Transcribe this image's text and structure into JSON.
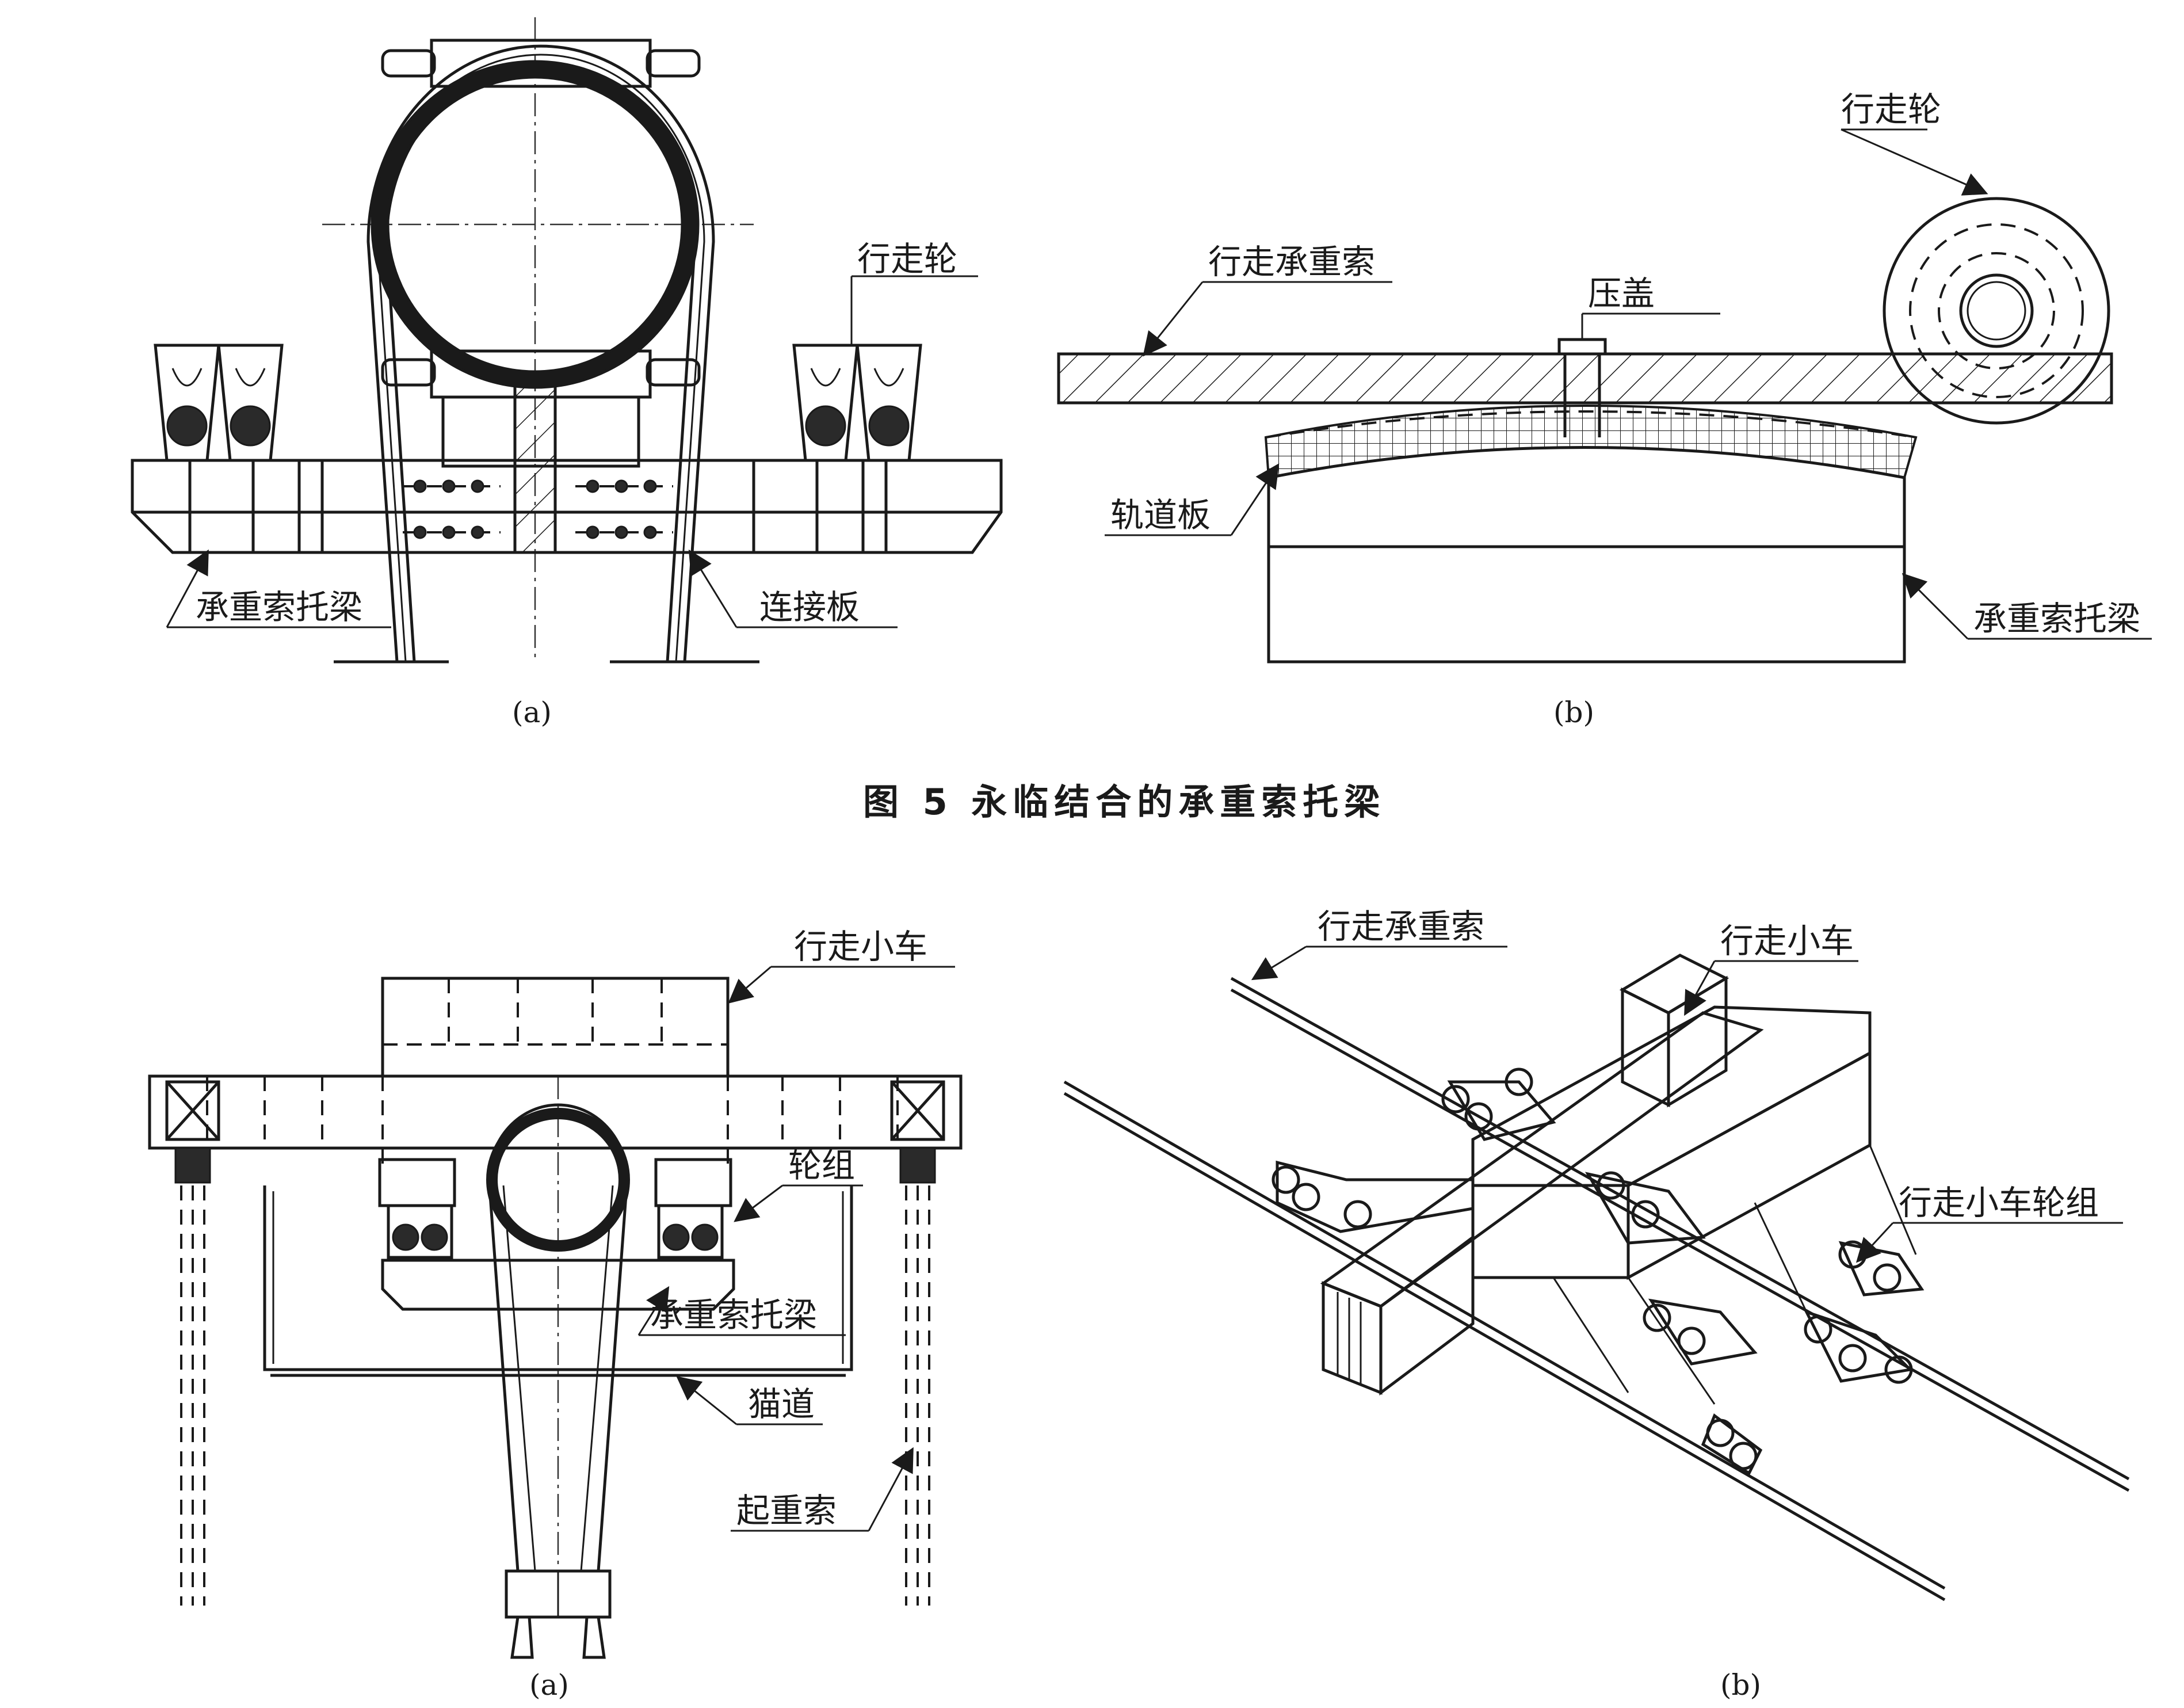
{
  "figure5": {
    "caption": "图 5   永临结合的承重索托梁",
    "a": {
      "sublabel": "(a)",
      "label_wheel": "行走轮",
      "label_beam": "承重索托梁",
      "label_plate": "连接板"
    },
    "b": {
      "sublabel": "(b)",
      "label_wheel": "行走轮",
      "label_cable": "行走承重索",
      "label_cover": "压盖",
      "label_rail": "轨道板",
      "label_beam": "承重索托梁"
    }
  },
  "figure6": {
    "a": {
      "sublabel": "(a)",
      "label_trolley": "行走小车",
      "label_wheelset": "轮组",
      "label_beam": "承重索托梁",
      "label_catwalk": "猫道",
      "label_hoist": "起重索"
    },
    "b": {
      "sublabel": "(b)",
      "label_cable": "行走承重索",
      "label_trolley": "行走小车",
      "label_wheelset": "行走小车轮组"
    }
  }
}
